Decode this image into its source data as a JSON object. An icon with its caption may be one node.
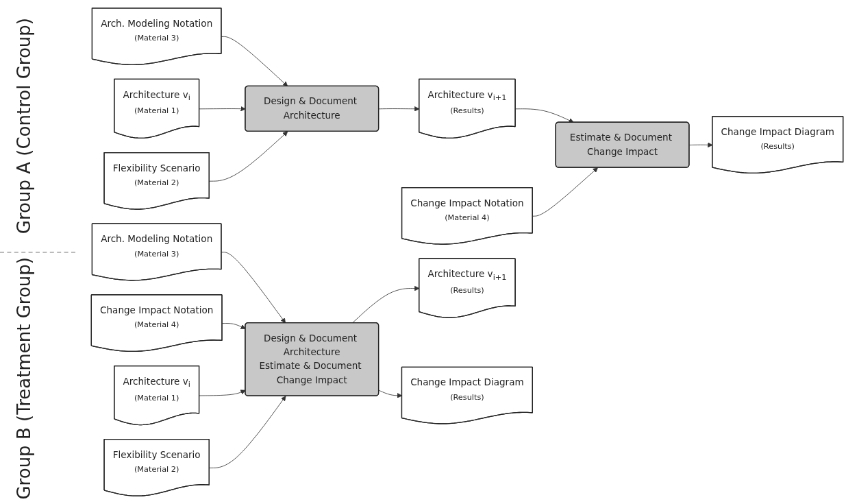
{
  "diagram": {
    "nodes": [
      {
        "text": [
          "Arch. Modeling Notation",
          "(Material 3)"
        ]
      },
      {
        "text": [
          "Change Impact Notation",
          "(Material 4)"
        ]
      },
      {
        "text": [
          "Architecture v$_{i}$",
          "(Material 1)"
        ]
      },
      {
        "text": [
          "Design & Document Architecture"
        ]
      },
      {
        "text": [
          "Architecture v$_{i+1}$",
          "(Results)"
        ]
      },
      {
        "text": [
          "Estimate & Document Change Impact"
        ]
      },
      {
        "text": [
          "Change Impact Diagram",
          "(Results)"
        ]
      },
      {
        "text": [
          "Flexibility Scenario",
          "(Material 2)"
        ]
      },
      {
        "text": [
          "Arch. Modeling Notation",
          "(Material 3)"
        ]
      },
      {
        "text": [
          "Change Impact Notation",
          "(Material 4)"
        ]
      },
      {
        "text": [
          "Architecture v$_{i}$",
          "(Material 1)"
        ]
      },
      {
        "text": [
          "Design & Document Architecture",
          "Estimate & Document Change Impact"
        ]
      },
      {
        "text": [
          "Architecture v$_{i+1}$",
          "(Results)"
        ]
      },
      {
        "text": [
          "Flexibility Scenario",
          "(Material 2)"
        ]
      },
      {
        "text": [
          "Change Impact Diagram",
          "(Results)"
        ]
      }
    ],
    "edges": [
      {
        "from": 0,
        "to": 3,
        "arrow": "to"
      },
      {
        "from": 2,
        "to": 3,
        "arrow": "to"
      },
      {
        "from": 7,
        "to": 3,
        "arrow": "to"
      },
      {
        "from": 3,
        "to": 4,
        "arrow": "to"
      },
      {
        "from": 4,
        "to": 5,
        "arrow": "to"
      },
      {
        "from": 1,
        "to": 5,
        "arrow": "to"
      },
      {
        "from": 5,
        "to": 6,
        "arrow": "to"
      },
      {
        "from": 8,
        "to": 11,
        "arrow": "to"
      },
      {
        "from": 9,
        "to": 11,
        "arrow": "to"
      },
      {
        "from": 10,
        "to": 11,
        "arrow": "to"
      },
      {
        "from": 13,
        "to": 11,
        "arrow": "to"
      },
      {
        "from": 11,
        "to": 12,
        "arrow": "to"
      },
      {
        "from": 11,
        "to": 14,
        "arrow": "to"
      }
    ],
    "labels": [
      "Group A (Control Group)",
      "Group B (Treatment Group)"
    ]
  }
}
